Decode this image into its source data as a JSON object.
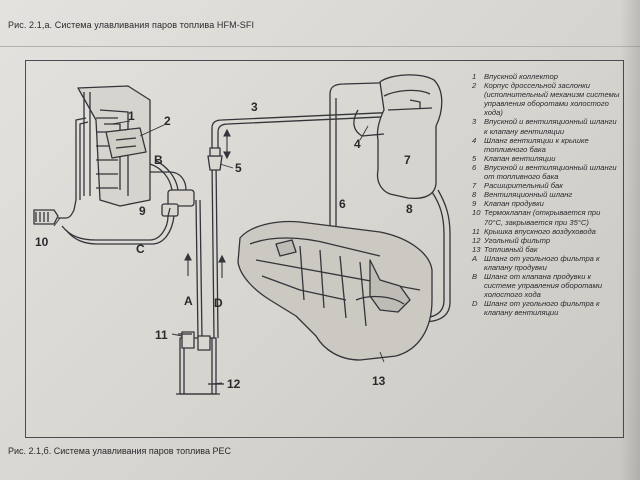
{
  "top_caption": "Рис. 2.1,а. Система улавливания паров топлива HFM-SFI",
  "bottom_caption": "Рис. 2.1,б. Система улавливания паров топлива PEC",
  "diagram_labels": {
    "n1": "1",
    "n2": "2",
    "n3": "3",
    "n4": "4",
    "n5": "5",
    "n6": "6",
    "n7": "7",
    "n8": "8",
    "n9": "9",
    "n10": "10",
    "n11": "11",
    "n12": "12",
    "n13": "13",
    "A": "A",
    "B": "B",
    "C": "C",
    "D": "D"
  },
  "legend": [
    {
      "key": "1",
      "text": "Впускной коллектор"
    },
    {
      "key": "2",
      "text": "Корпус дроссельной заслонки (исполнительный механизм системы управления оборотами холостого хода)"
    },
    {
      "key": "3",
      "text": "Впускной и вентиляционный шланги к клапану вентиляции"
    },
    {
      "key": "4",
      "text": "Шланг вентиляции к крышке топливного бака"
    },
    {
      "key": "5",
      "text": "Клапан вентиляции"
    },
    {
      "key": "6",
      "text": "Впускной и вентиляционный шланги от топливного бака"
    },
    {
      "key": "7",
      "text": "Расширительный бак"
    },
    {
      "key": "8",
      "text": "Вентиляционный шланг"
    },
    {
      "key": "9",
      "text": "Клапан продувки"
    },
    {
      "key": "10",
      "text": "Термоклапан (открывается при 70°С, закрывается при 35°С)"
    },
    {
      "key": "11",
      "text": "Крышка впускного воздуховода"
    },
    {
      "key": "12",
      "text": "Угольный фильтр"
    },
    {
      "key": "13",
      "text": "Топливный бак"
    },
    {
      "key": "A",
      "text": "Шланг от угольного фильтра к клапану продувки"
    },
    {
      "key": "B",
      "text": "Шланг от клапана продувки к системе управления оборотами холостого хода"
    },
    {
      "key": "D",
      "text": "Шланг от угольного фильтра к клапану вентиляции"
    }
  ]
}
